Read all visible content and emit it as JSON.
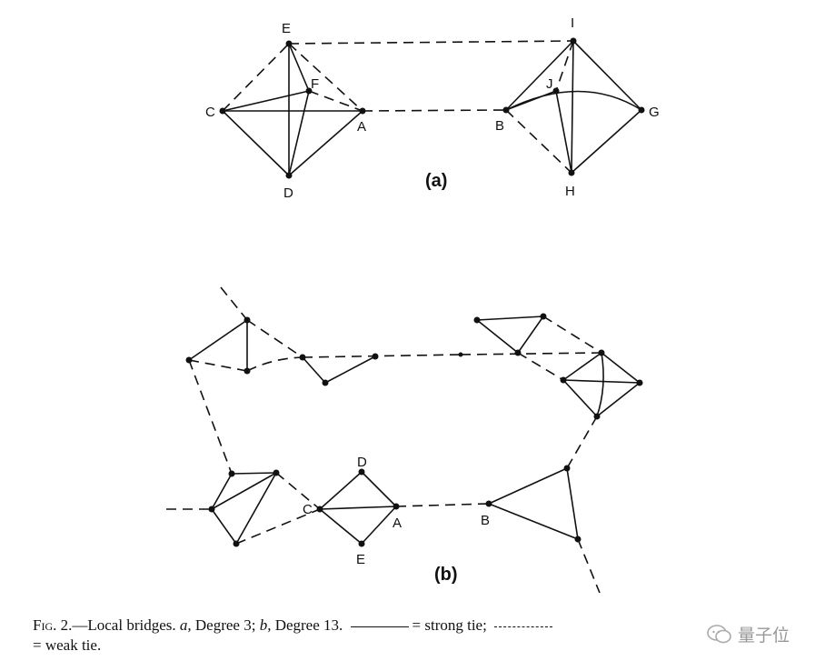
{
  "figure": {
    "panel_a": {
      "label": "(a)",
      "nodes": {
        "E": "E",
        "I": "I",
        "F": "F",
        "J": "J",
        "C": "C",
        "A": "A",
        "B": "B",
        "G": "G",
        "D": "D",
        "H": "H"
      }
    },
    "panel_b": {
      "label": "(b)",
      "nodes": {
        "D": "D",
        "C": "C",
        "A": "A",
        "B": "B",
        "E": "E"
      }
    }
  },
  "caption": {
    "fig_prefix": "Fig. 2.",
    "dash": "—",
    "title": "Local bridges.",
    "a_label": "a,",
    "a_text": "Degree 3;",
    "b_label": "b,",
    "b_text": "Degree 13.",
    "strong_text": "= strong tie;",
    "weak_text": "= weak tie."
  },
  "watermark": {
    "text": "量子位"
  }
}
